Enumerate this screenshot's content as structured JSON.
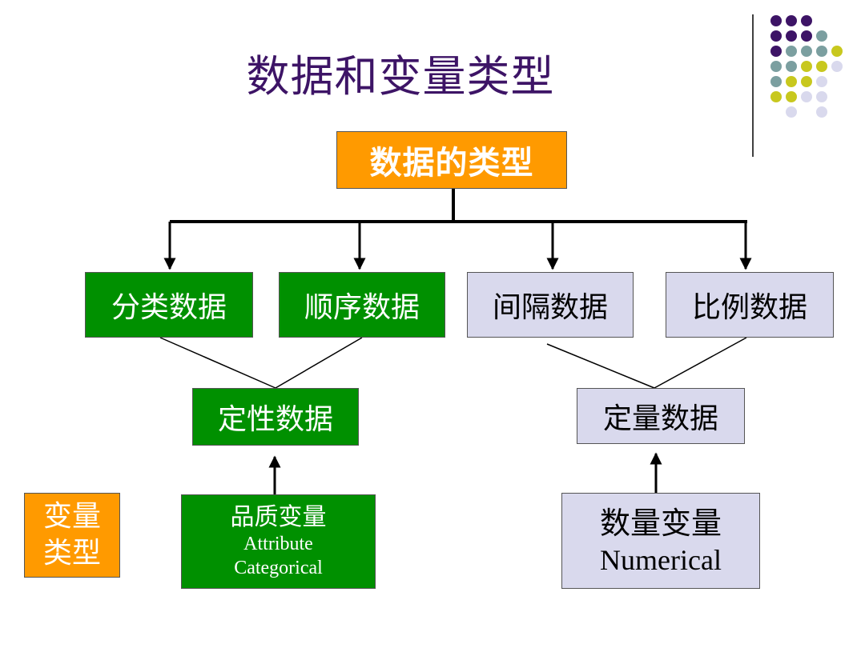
{
  "title": "数据和变量类型",
  "root": "数据的类型",
  "categories": {
    "nominal": "分类数据",
    "ordinal": "顺序数据",
    "interval": "间隔数据",
    "ratio": "比例数据"
  },
  "qualitative": "定性数据",
  "quantitative": "定量数据",
  "variable_type": "变量类型",
  "attribute_var": {
    "zh": "品质变量",
    "en1": "Attribute",
    "en2": "Categorical"
  },
  "numerical_var": {
    "zh": "数量变量",
    "en": "Numerical"
  },
  "colors": {
    "title": "#3d1466",
    "green": "#009000",
    "lavender": "#d9d9ed",
    "orange": "#ff9a00",
    "dot_purple": "#3d1466",
    "dot_teal": "#7b9fa0",
    "dot_yellow": "#c8c81e",
    "dot_lavender": "#d9d9ed"
  },
  "dot_pattern": [
    [
      "purple",
      "purple",
      "purple",
      null,
      null
    ],
    [
      "purple",
      "purple",
      "purple",
      "teal",
      null
    ],
    [
      "purple",
      "teal",
      "teal",
      "teal",
      "yellow"
    ],
    [
      "teal",
      "teal",
      "yellow",
      "yellow",
      "lavender"
    ],
    [
      "teal",
      "yellow",
      "yellow",
      "lavender",
      null
    ],
    [
      "yellow",
      "yellow",
      "lavender",
      "lavender",
      null
    ],
    [
      null,
      "lavender",
      null,
      "lavender",
      null
    ]
  ]
}
